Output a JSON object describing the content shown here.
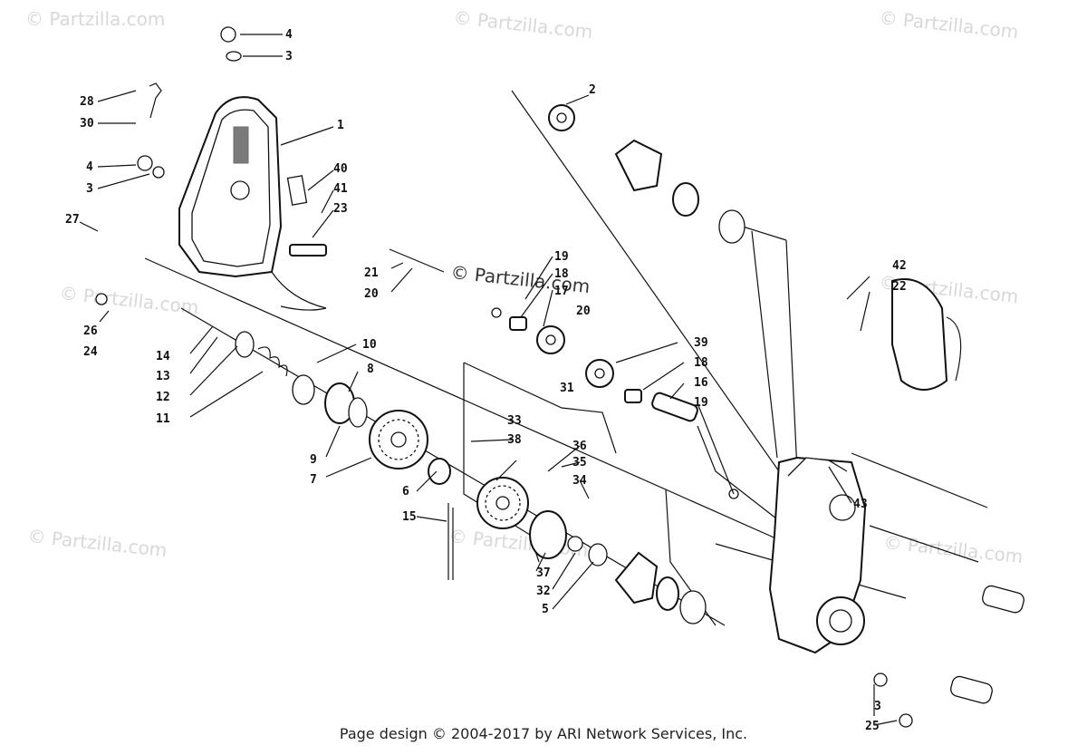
{
  "watermark": "© Partzilla.com",
  "footer": "Page design © 2004-2017 by ARI Network Services, Inc.",
  "callouts": {
    "c4a": "4",
    "c3a": "3",
    "c28": "28",
    "c30": "30",
    "c1": "1",
    "c4b": "4",
    "c3b": "3",
    "c40": "40",
    "c41": "41",
    "c23": "23",
    "c27": "27",
    "c26": "26",
    "c24": "24",
    "c21": "21",
    "c20a": "20",
    "c19a": "19",
    "c18a": "18",
    "c17": "17",
    "c20b": "20",
    "c2": "2",
    "c42": "42",
    "c22": "22",
    "c14": "14",
    "c13": "13",
    "c12": "12",
    "c11": "11",
    "c10": "10",
    "c8": "8",
    "c9": "9",
    "c7": "7",
    "c39": "39",
    "c18b": "18",
    "c16": "16",
    "c19b": "19",
    "c31": "31",
    "c33": "33",
    "c38": "38",
    "c36": "36",
    "c35": "35",
    "c34": "34",
    "c6": "6",
    "c15": "15",
    "c37": "37",
    "c32": "32",
    "c5": "5",
    "c43": "43",
    "c3c": "3",
    "c25": "25"
  }
}
